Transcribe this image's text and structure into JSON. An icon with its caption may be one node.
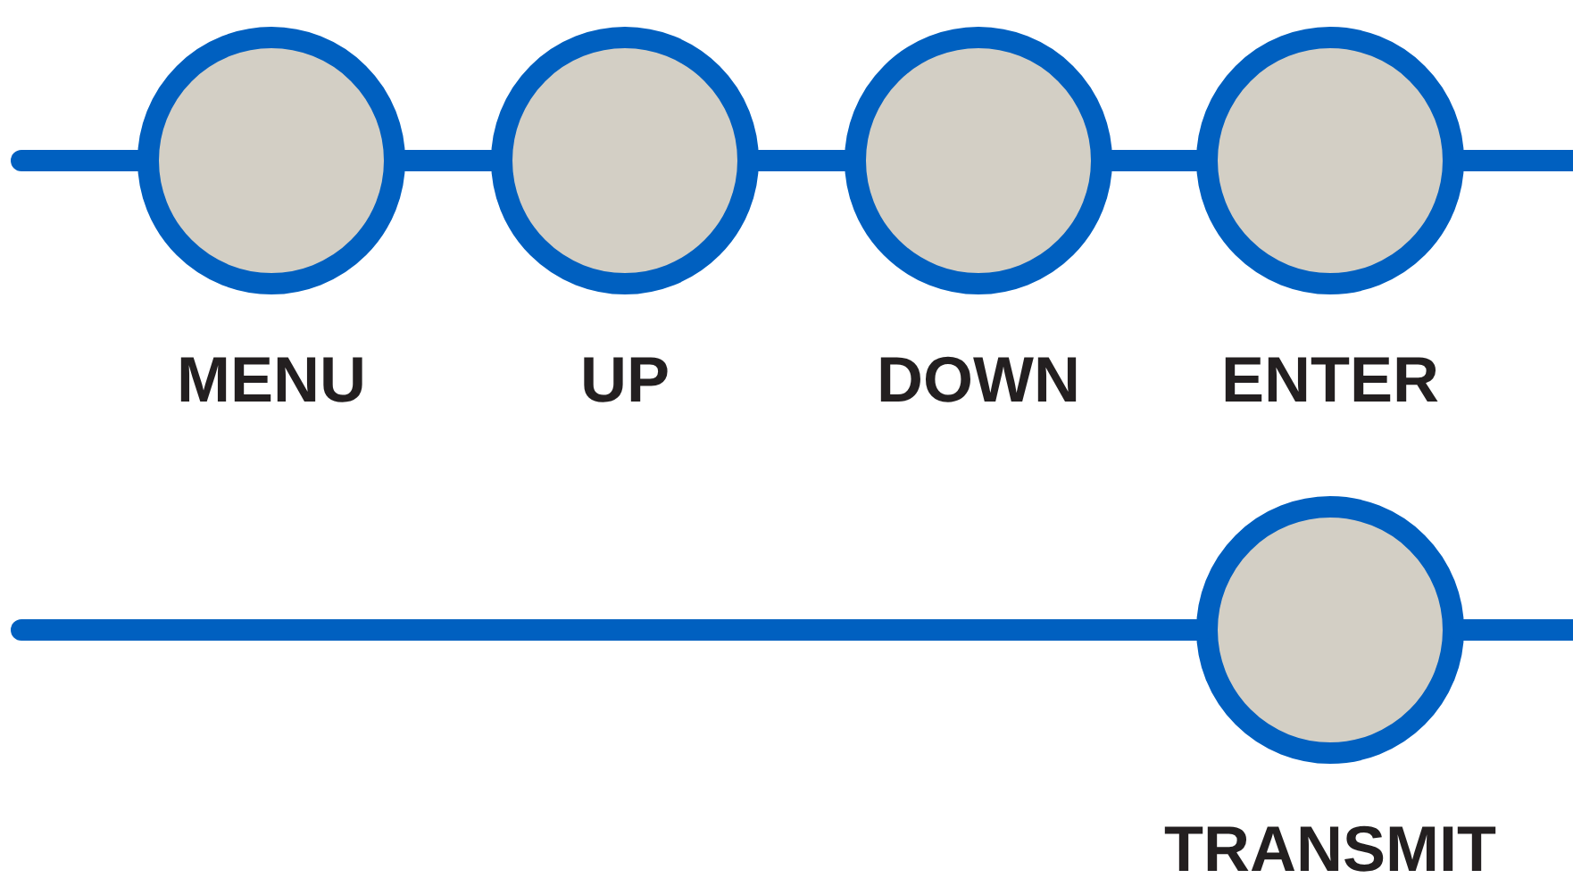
{
  "diagram": {
    "nodes": [
      {
        "text": [
          "MENU"
        ]
      },
      {
        "text": [
          "UP"
        ]
      },
      {
        "text": [
          "DOWN"
        ]
      },
      {
        "text": [
          "ENTER"
        ]
      },
      {
        "text": [
          "TRANSMIT"
        ]
      }
    ],
    "edges": [
      {
        "from": null,
        "to": 0,
        "arrow": "none"
      },
      {
        "from": 0,
        "to": 1,
        "arrow": "none"
      },
      {
        "from": 1,
        "to": 2,
        "arrow": "none"
      },
      {
        "from": 2,
        "to": 3,
        "arrow": "none"
      },
      {
        "from": 3,
        "to": null,
        "arrow": "none"
      },
      {
        "from": null,
        "to": 4,
        "arrow": "none"
      },
      {
        "from": 4,
        "to": null,
        "arrow": "none"
      }
    ]
  }
}
